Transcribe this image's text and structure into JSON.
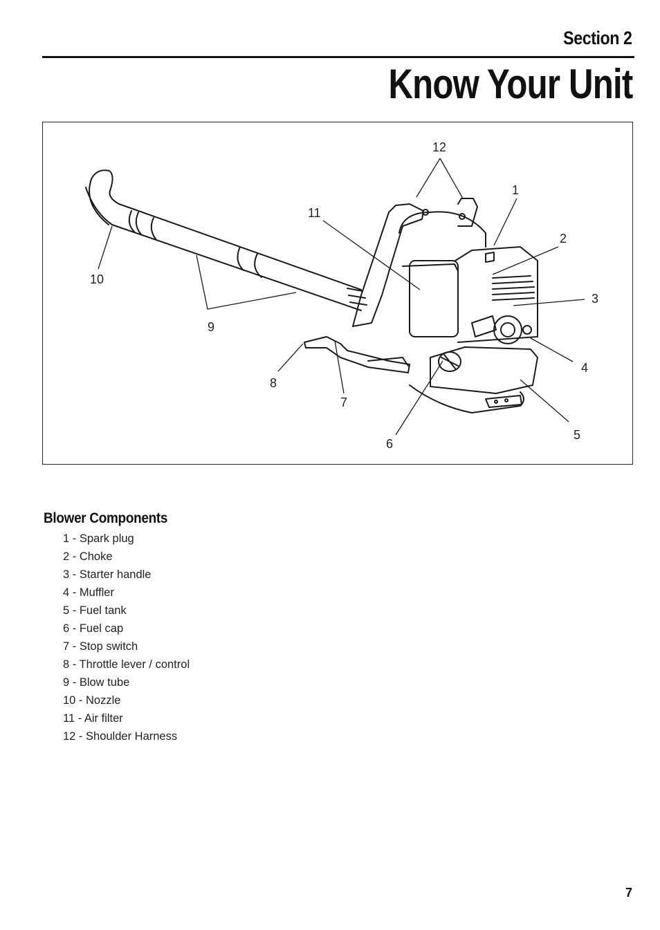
{
  "header": {
    "section_label": "Section 2",
    "page_title": "Know Your Unit"
  },
  "figure": {
    "callouts": {
      "c1": "1",
      "c2": "2",
      "c3": "3",
      "c4": "4",
      "c5": "5",
      "c6": "6",
      "c7": "7",
      "c8": "8",
      "c9": "9",
      "c10": "10",
      "c11": "11",
      "c12": "12"
    }
  },
  "components": {
    "heading": "Blower Components",
    "items": [
      "1 - Spark plug",
      "2 - Choke",
      "3 - Starter handle",
      "4 - Muffler",
      "5 - Fuel tank",
      "6 - Fuel cap",
      "7 - Stop switch",
      "8 - Throttle lever / control",
      "9 - Blow tube",
      "10 - Nozzle",
      "11 - Air filter",
      "12 - Shoulder Harness"
    ]
  },
  "footer": {
    "page_number": "7"
  }
}
